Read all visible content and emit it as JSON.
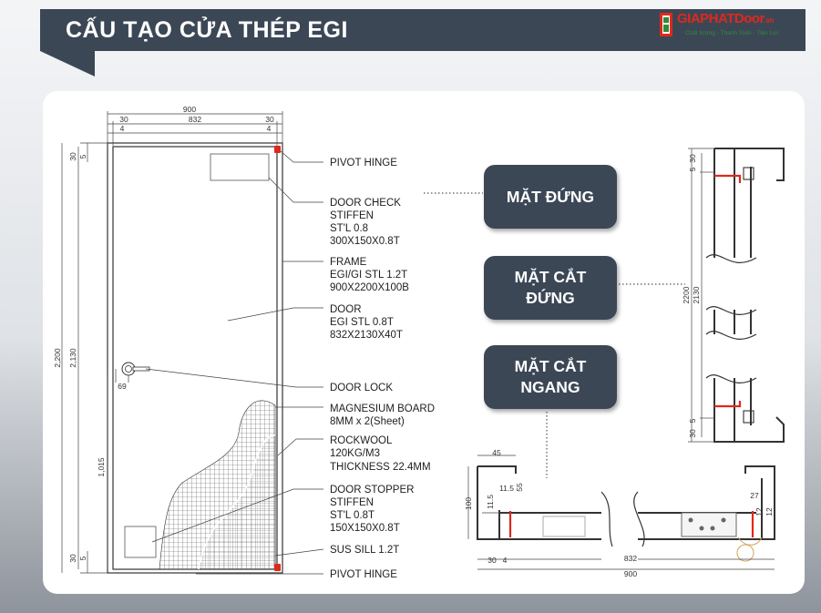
{
  "header": {
    "title": "CẤU TẠO CỬA THÉP EGI",
    "logo_text": "GIAPHATDoor",
    "logo_suffix": ".vn",
    "logo_slogan": "Chất lượng - Thanh Toán - Tiện Lợi"
  },
  "labels": {
    "pivot_hinge_top": "PIVOT HINGE",
    "door_check_1": "DOOR CHECK",
    "door_check_2": "STIFFEN",
    "door_check_3": "ST'L 0.8",
    "door_check_4": "300X150X0.8T",
    "frame_1": "FRAME",
    "frame_2": "EGI/GI STL 1.2T",
    "frame_3": "900X2200X100B",
    "door_1": "DOOR",
    "door_2": "EGI STL 0.8T",
    "door_3": "832X2130X40T",
    "door_lock": "DOOR LOCK",
    "mag_1": "MAGNESIUM BOARD",
    "mag_2": "8MM x 2(Sheet)",
    "rock_1": "ROCKWOOL",
    "rock_2": "120KG/M3",
    "rock_3": "THICKNESS 22.4MM",
    "stop_1": "DOOR STOPPER",
    "stop_2": "STIFFEN",
    "stop_3": "ST'L 0.8T",
    "stop_4": "150X150X0.8T",
    "sill": "SUS SILL 1.2T",
    "pivot_hinge_bottom": "PIVOT HINGE"
  },
  "dims": {
    "w900": "900",
    "w832": "832",
    "w30a": "30",
    "w30b": "30",
    "w4a": "4",
    "w4b": "4",
    "h2200": "2,200",
    "h2130": "2,130",
    "h1015": "1,015",
    "h30a": "30",
    "h5a": "5",
    "h30b": "30",
    "h5b": "5",
    "lock69": "69",
    "r30a": "30",
    "r5a": "5",
    "r2200": "2200",
    "r2130": "2130",
    "r5b": "5",
    "r30b": "30",
    "s45": "45",
    "s100": "100",
    "s115": "11.5",
    "s115b": "11.5",
    "s55": "55",
    "s30": "30",
    "s4": "4",
    "s832": "832",
    "s900": "900",
    "s27": "27",
    "s12a": "12",
    "s12b": "12"
  },
  "buttons": {
    "front_view": "MẶT ĐỨNG",
    "vertical_section_1": "MẶT CẮT",
    "vertical_section_2": "ĐỨNG",
    "horizontal_section_1": "MẶT CẮT",
    "horizontal_section_2": "NGANG"
  },
  "colors": {
    "banner": "#3c4756",
    "accent_red": "#e0281c"
  }
}
